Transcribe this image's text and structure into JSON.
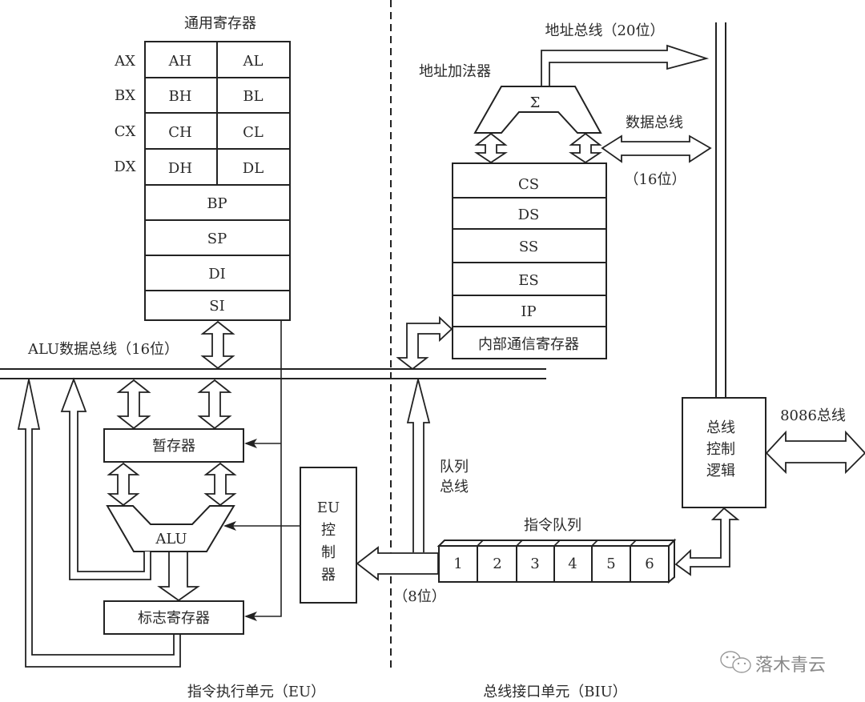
{
  "title": "8086 CPU internal structure",
  "eu": {
    "section_label": "指令执行单元（EU）",
    "gp_registers": {
      "title": "通用寄存器",
      "rows": [
        {
          "name": "AX",
          "high": "AH",
          "low": "AL"
        },
        {
          "name": "BX",
          "high": "BH",
          "low": "BL"
        },
        {
          "name": "CX",
          "high": "CH",
          "low": "CL"
        },
        {
          "name": "DX",
          "high": "DH",
          "low": "DL"
        }
      ],
      "pointer_index": [
        "BP",
        "SP",
        "DI",
        "SI"
      ]
    },
    "alu_bus_label": "ALU数据总线（16位）",
    "temp_register": "暂存器",
    "alu": "ALU",
    "flags_register": "标志寄存器",
    "eu_control": [
      "EU",
      "控",
      "制",
      "器"
    ]
  },
  "biu": {
    "section_label": "总线接口单元（BIU）",
    "address_adder_label": "地址加法器",
    "sigma": "Σ",
    "address_bus_label": "地址总线（20位）",
    "data_bus_label": "数据总线",
    "data_bus_width": "（16位）",
    "segment_registers": [
      "CS",
      "DS",
      "SS",
      "ES",
      "IP",
      "内部通信寄存器"
    ],
    "queue_bus_label": [
      "队列",
      "总线"
    ],
    "queue_width_label": "（8位）",
    "instruction_queue": {
      "title": "指令队列",
      "slots": [
        "1",
        "2",
        "3",
        "4",
        "5",
        "6"
      ]
    },
    "bus_control": [
      "总线",
      "控制",
      "逻辑"
    ],
    "external_bus_label": "8086总线"
  },
  "watermark": "落木青云"
}
